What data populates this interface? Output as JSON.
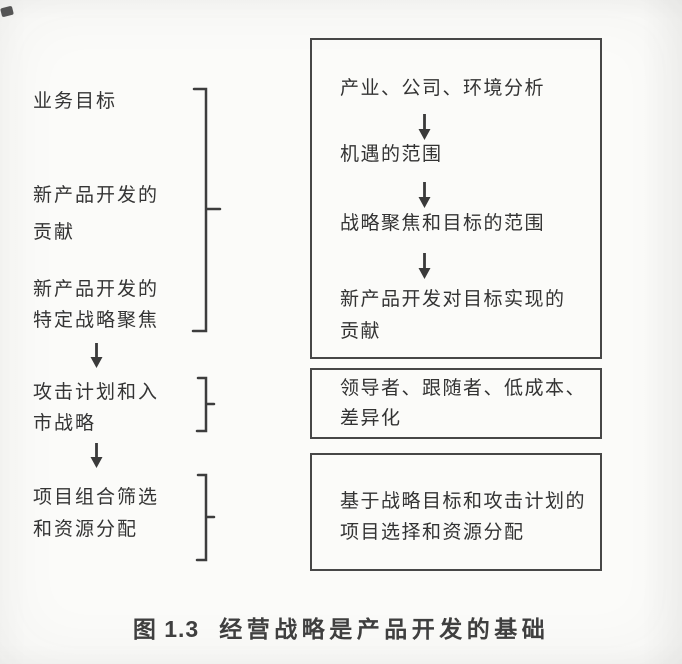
{
  "page": {
    "kind": "scanned-book-figure",
    "colors": {
      "paper": "#fbfbf9",
      "ink": "#363636",
      "border": "#474747"
    },
    "icons": {
      "down_arrow": "↓",
      "brace": "square-right-brace"
    }
  },
  "left_labels": [
    "业务目标",
    "新产品开发的\n贡献",
    "新产品开发的\n特定战略聚焦",
    "攻击计划和入\n市战略",
    "项目组合筛选\n和资源分配"
  ],
  "flow_box": {
    "steps": [
      "产业、公司、环境分析",
      "机遇的范围",
      "战略聚焦和目标的范围",
      "新产品开发对目标实现的\n贡献"
    ]
  },
  "box2": {
    "text": "领导者、跟随者、低成本、\n差异化"
  },
  "box3": {
    "text": "基于战略目标和攻击计划的\n项目选择和资源分配"
  },
  "caption": {
    "number": "图 1.3",
    "title": "经营战略是产品开发的基础"
  }
}
